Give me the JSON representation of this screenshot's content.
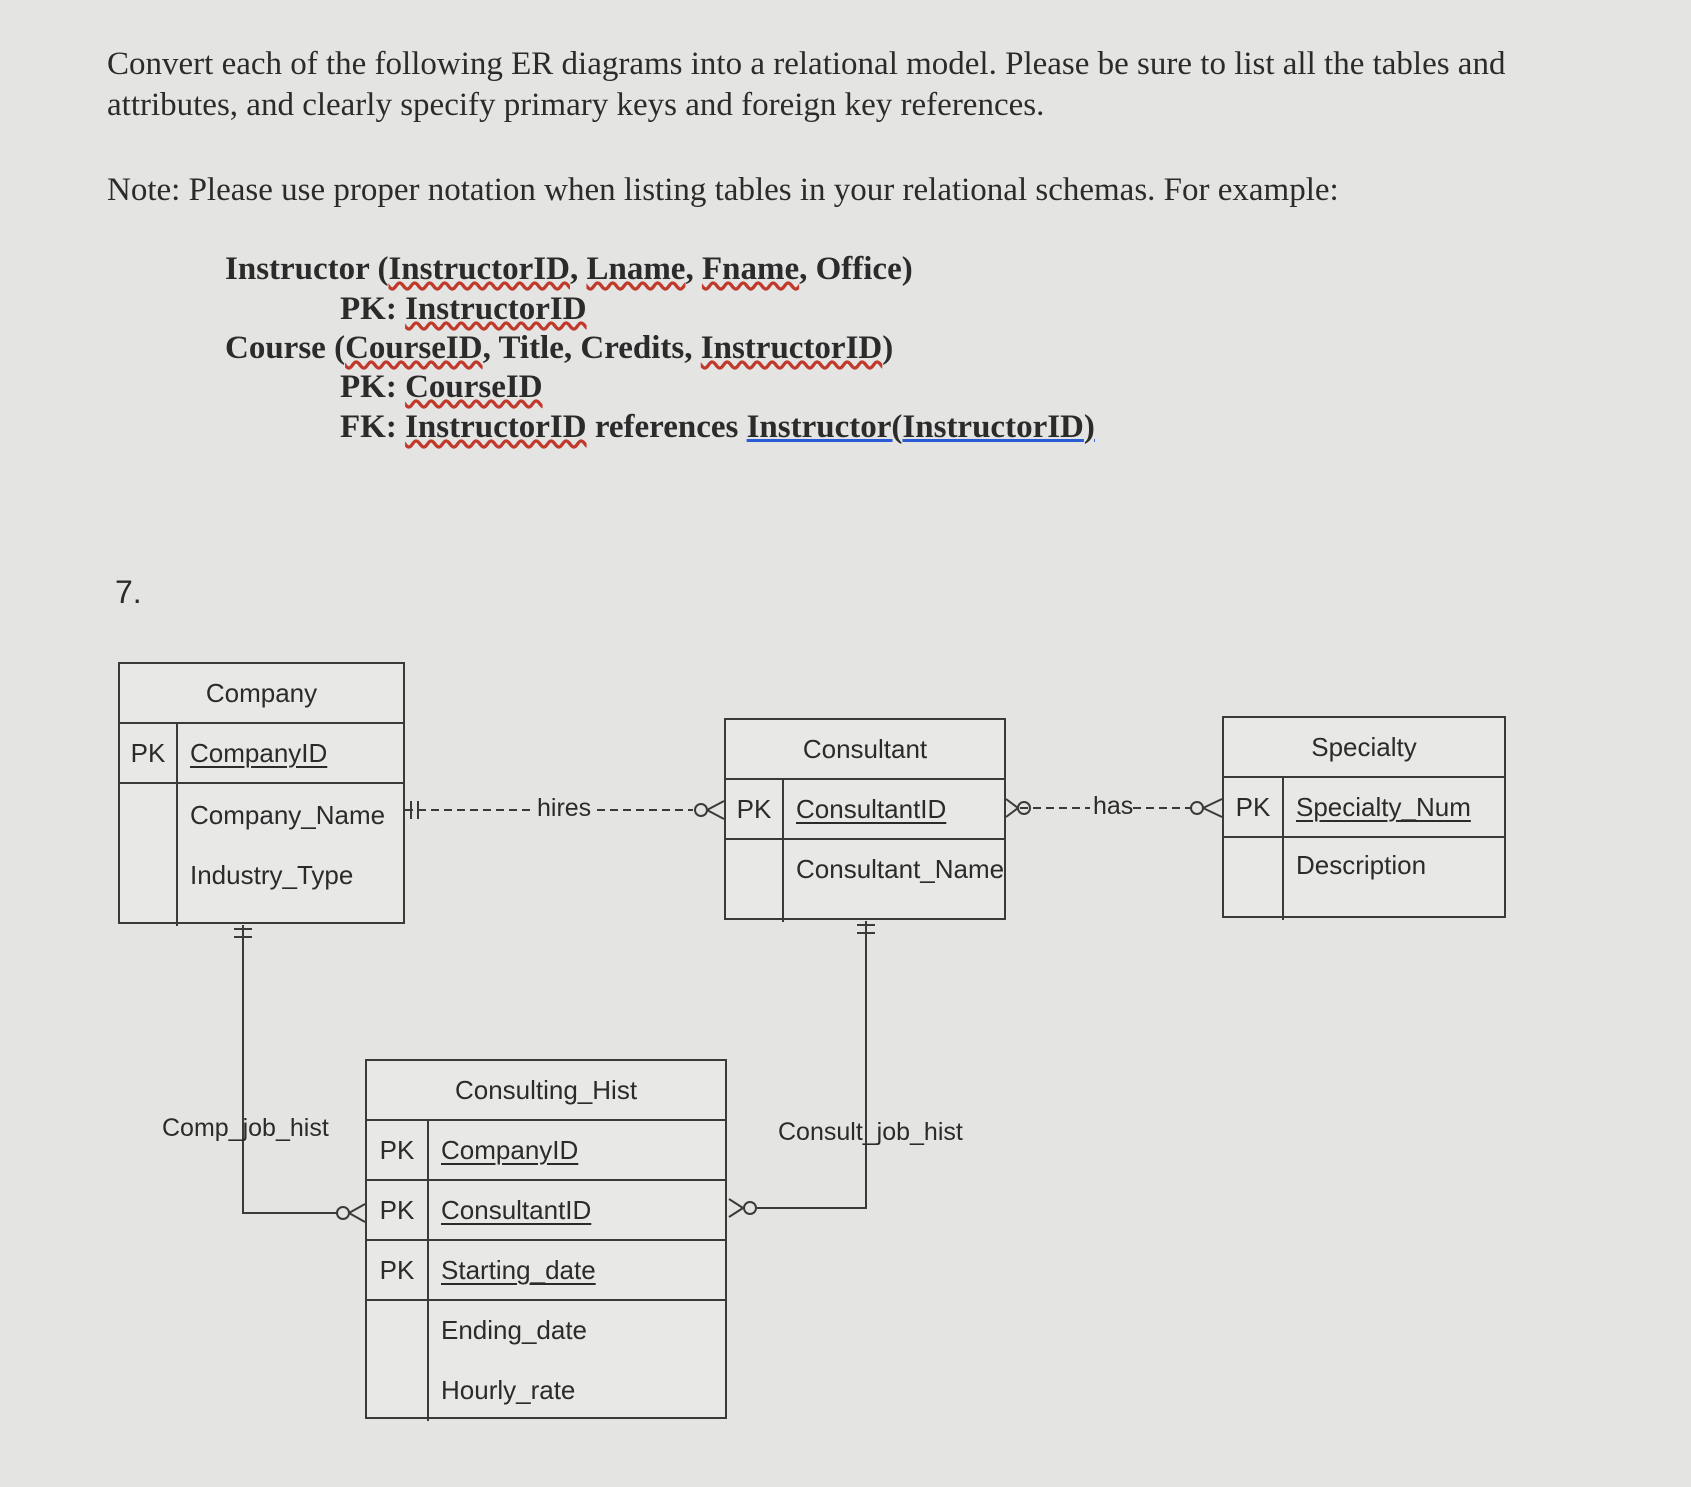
{
  "instructions": {
    "paragraph": "Convert each of the following ER diagrams into a relational model. Please be sure to list all the tables and attributes, and clearly specify primary keys and foreign key references.",
    "note": "Note: Please use proper notation when listing tables in your relational schemas. For example:"
  },
  "example": {
    "instructor_table": "Instructor",
    "instructor_open": " (",
    "instructor_attrs": [
      "InstructorID",
      "Lname",
      "Fname"
    ],
    "instructor_tail": ", Office)",
    "instructor_pk_label": "PK: ",
    "instructor_pk": "InstructorID",
    "course_table": "Course",
    "course_open": " (",
    "course_attr1": "CourseID",
    "course_mid": ", Title, Credits, ",
    "course_attr4": "InstructorID",
    "course_close": ")",
    "course_pk_label": "PK: ",
    "course_pk": "CourseID",
    "course_fk_label": "FK: ",
    "course_fk": "InstructorID",
    "course_fk_ref_text": " references ",
    "course_fk_ref_table": "Instructor(",
    "course_fk_ref_col": "InstructorID",
    "course_fk_ref_close": ")"
  },
  "question_number": "7.",
  "er_diagram": {
    "company": {
      "title": "Company",
      "pk_label": "PK",
      "key": "CompanyID",
      "attributes": [
        "Company_Name",
        "Industry_Type"
      ]
    },
    "consultant": {
      "title": "Consultant",
      "pk_label": "PK",
      "key": "ConsultantID",
      "attributes": [
        "Consultant_Name"
      ]
    },
    "specialty": {
      "title": "Specialty",
      "pk_label": "PK",
      "key": "Specialty_Num",
      "attributes": [
        "Description"
      ]
    },
    "consulting_hist": {
      "title": "Consulting_Hist",
      "pk_label": "PK",
      "keys": [
        "CompanyID",
        "ConsultantID",
        "Starting_date"
      ],
      "attributes": [
        "Ending_date",
        "Hourly_rate"
      ]
    },
    "relationships": {
      "hires": "hires",
      "has": "has",
      "comp_job_hist": "Comp_job_hist",
      "consult_job_hist": "Consult_job_hist"
    }
  }
}
